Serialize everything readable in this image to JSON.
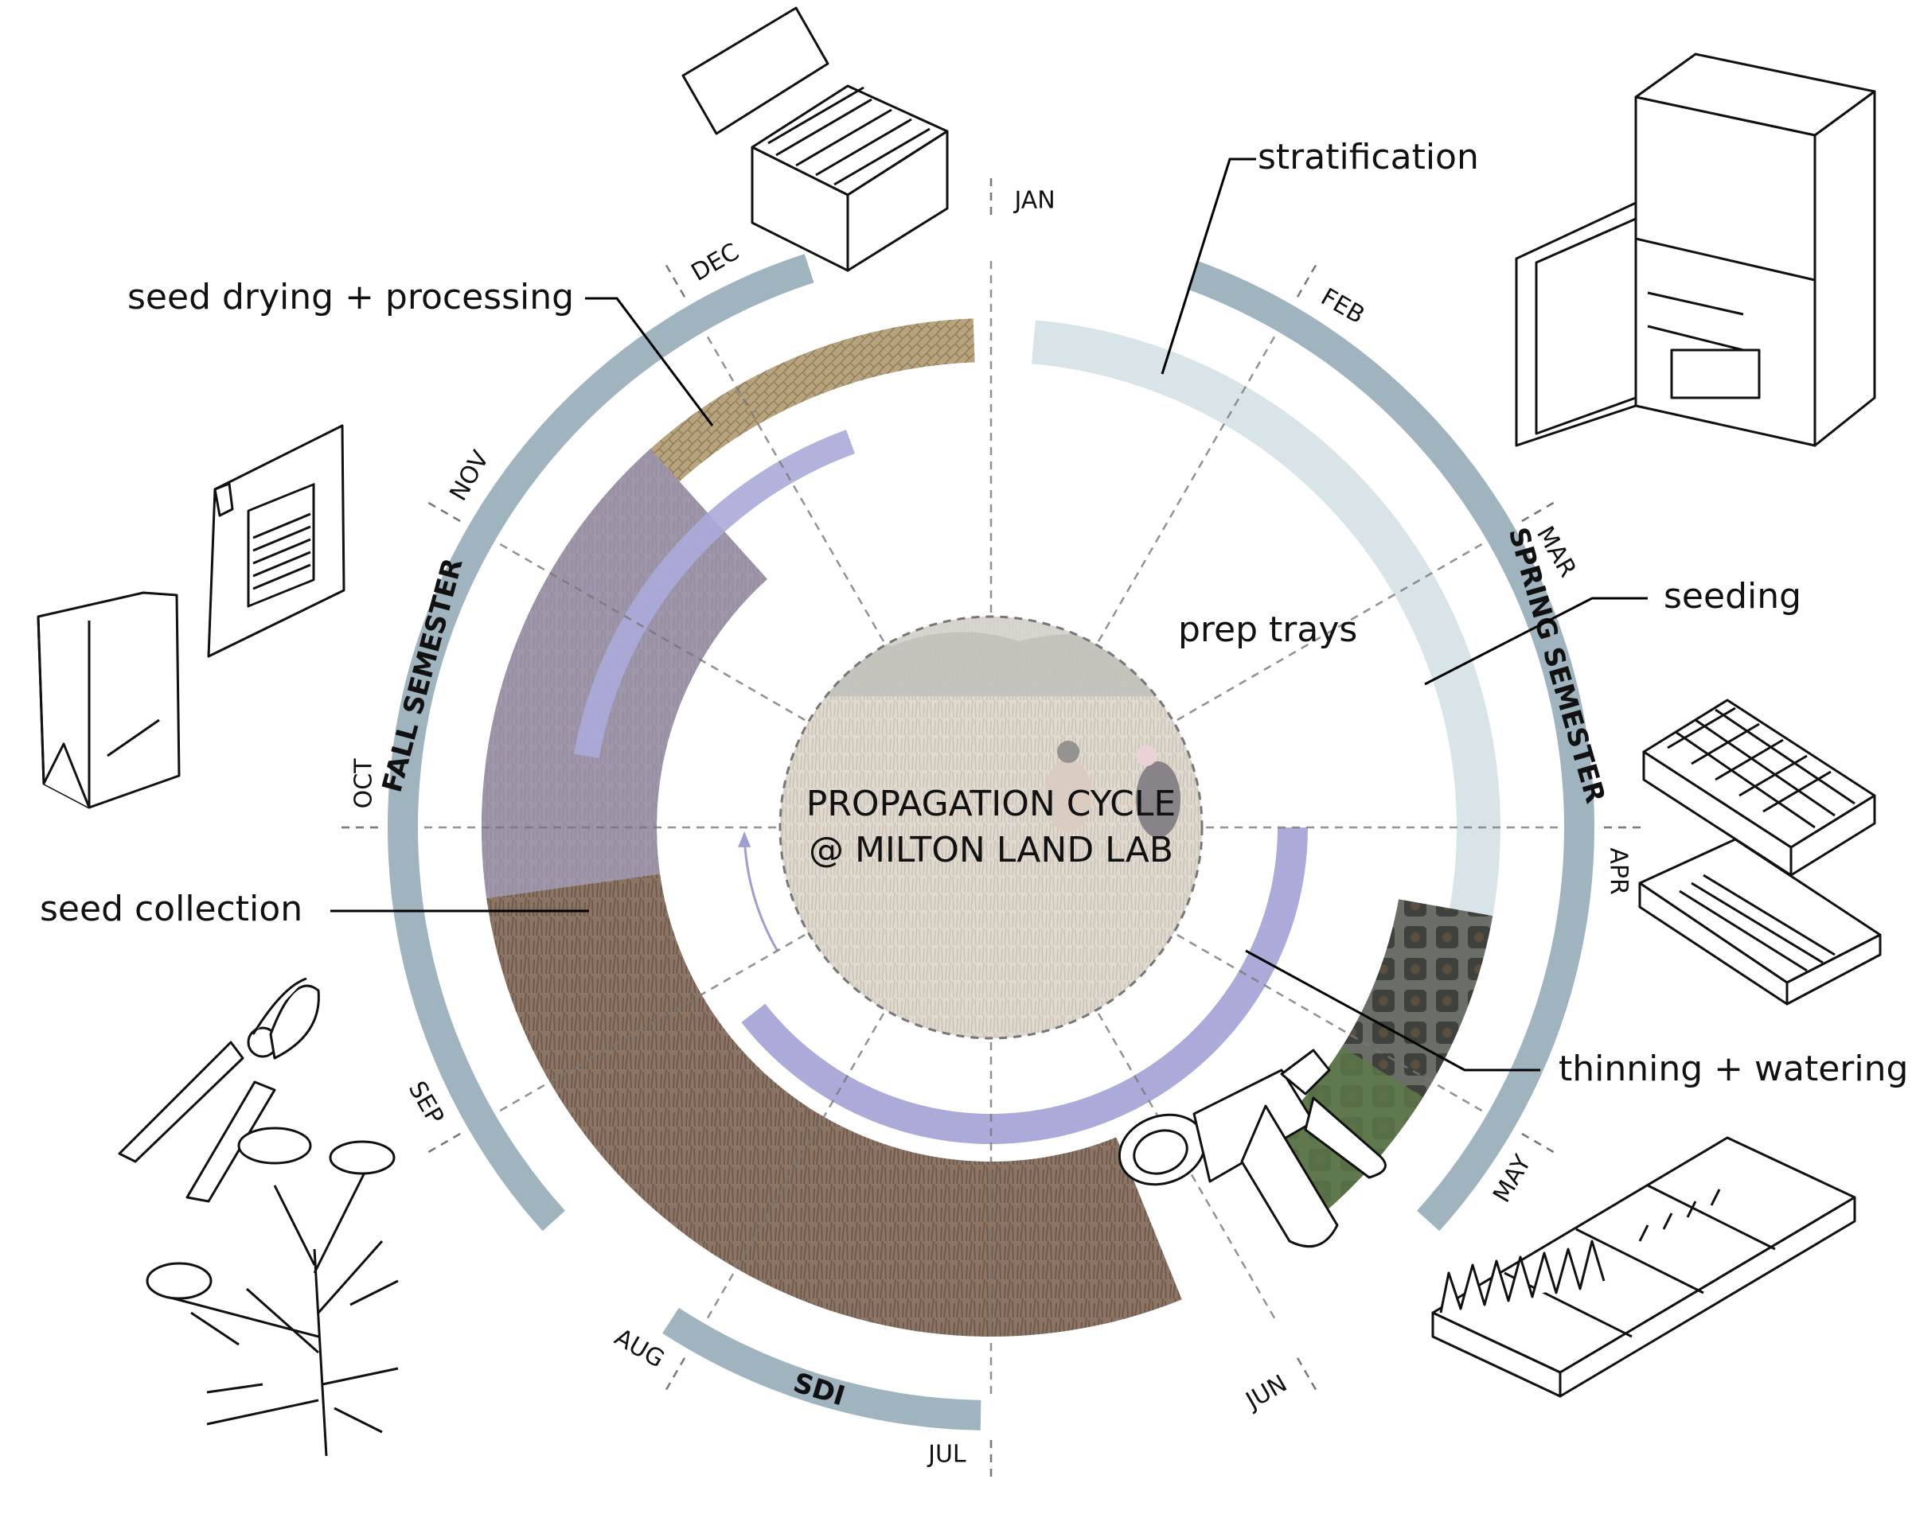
{
  "title": {
    "line1": "PROPAGATION CYCLE",
    "line2": "@ MILTON LAND LAB"
  },
  "months": [
    {
      "label": "JAN",
      "angle": 0
    },
    {
      "label": "FEB",
      "angle": 30
    },
    {
      "label": "MAR",
      "angle": 60
    },
    {
      "label": "APR",
      "angle": 90
    },
    {
      "label": "MAY",
      "angle": 120
    },
    {
      "label": "JUN",
      "angle": 150
    },
    {
      "label": "JUL",
      "angle": 180
    },
    {
      "label": "AUG",
      "angle": 210
    },
    {
      "label": "SEP",
      "angle": 240
    },
    {
      "label": "OCT",
      "angle": 270
    },
    {
      "label": "NOV",
      "angle": 300
    },
    {
      "label": "DEC",
      "angle": 330
    }
  ],
  "semesters": [
    {
      "label": "SPRING SEMESTER",
      "start": 20,
      "end": 132,
      "color": "#9fb4be"
    },
    {
      "label": "FALL SEMESTER",
      "start": 228,
      "end": 342,
      "color": "#9fb4be"
    },
    {
      "label": "SDI",
      "start": 181,
      "end": 213,
      "color": "#9fb4be"
    }
  ],
  "phases": [
    {
      "label": "stratification"
    },
    {
      "label": "seeding"
    },
    {
      "label": "prep trays"
    },
    {
      "label": "thinning + watering"
    },
    {
      "label": "seed collection"
    },
    {
      "label": "seed drying + processing"
    }
  ],
  "colors": {
    "semester": "#9fb4be",
    "stratification": "#d9e4e8",
    "watering_arc": "#abaad8",
    "collection_photo": "#8d7565",
    "drying_photo": "#b7a37e",
    "trays_photo": "#4f5a48",
    "center_photo": "#cfc6b8"
  },
  "icons": [
    "seed-box-icon",
    "refrigerator-icon",
    "seed-envelope-icon",
    "paper-bag-icon",
    "plant-tray-icon",
    "pruning-shears-icon",
    "flowering-plant-icon",
    "hose-nozzle-icon",
    "seedling-flats-icon"
  ]
}
